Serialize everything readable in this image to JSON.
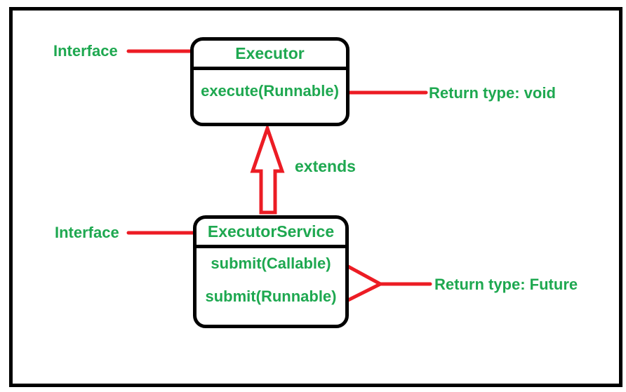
{
  "colors": {
    "text_green": "#1ea850",
    "line_red": "#ec1c24",
    "border_black": "#000000",
    "background": "#ffffff"
  },
  "executor": {
    "interface_label": "Interface",
    "title": "Executor",
    "methods": [
      "execute(Runnable)"
    ],
    "return_note": "Return type: void"
  },
  "executor_service": {
    "interface_label": "Interface",
    "title": "ExecutorService",
    "methods": [
      "submit(Callable)",
      "submit(Runnable)"
    ],
    "return_note": "Return type: Future"
  },
  "relationship": {
    "label": "extends"
  }
}
